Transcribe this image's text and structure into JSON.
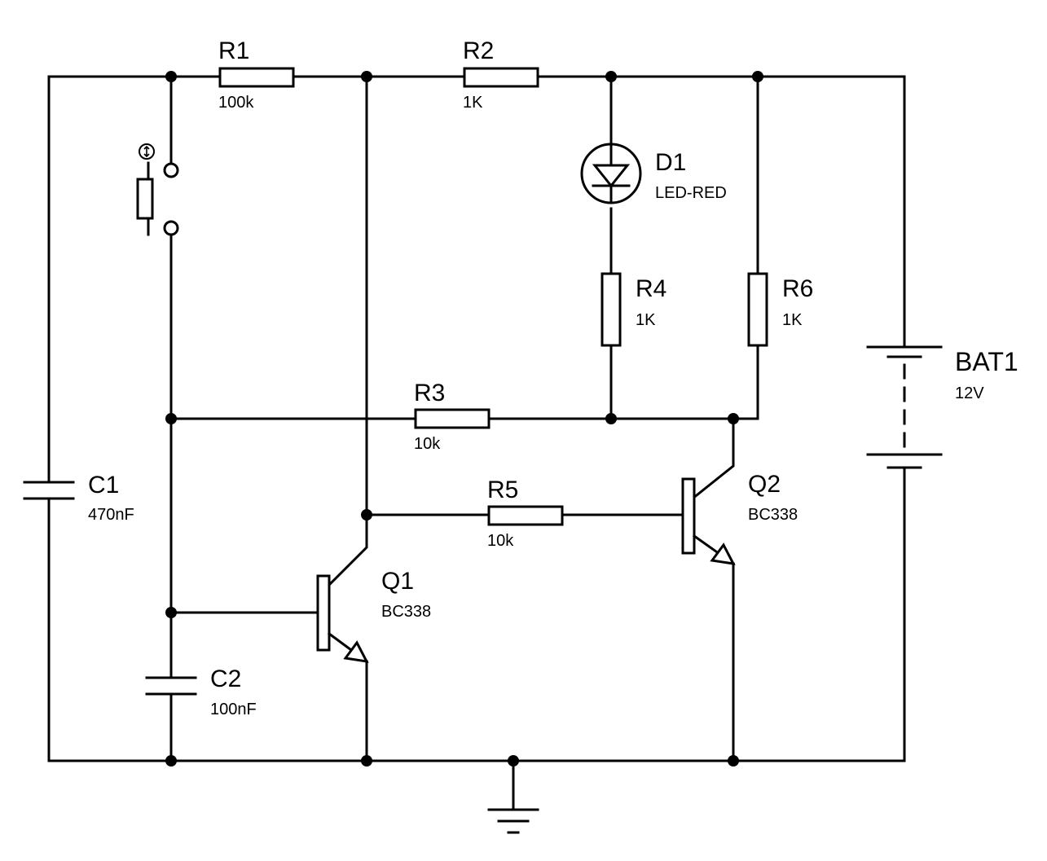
{
  "components": {
    "r1": {
      "ref": "R1",
      "value": "100k"
    },
    "r2": {
      "ref": "R2",
      "value": "1K"
    },
    "r3": {
      "ref": "R3",
      "value": "10k"
    },
    "r4": {
      "ref": "R4",
      "value": "1K"
    },
    "r5": {
      "ref": "R5",
      "value": "10k"
    },
    "r6": {
      "ref": "R6",
      "value": "1K"
    },
    "d1": {
      "ref": "D1",
      "value": "LED-RED"
    },
    "c1": {
      "ref": "C1",
      "value": "470nF"
    },
    "c2": {
      "ref": "C2",
      "value": "100nF"
    },
    "q1": {
      "ref": "Q1",
      "value": "BC338"
    },
    "q2": {
      "ref": "Q2",
      "value": "BC338"
    },
    "bat1": {
      "ref": "BAT1",
      "value": "12V"
    }
  },
  "colors": {
    "ink": "#000000",
    "background": "#ffffff"
  },
  "icons": {
    "switch_marker": "push-button-icon",
    "ground": "ground-icon"
  }
}
